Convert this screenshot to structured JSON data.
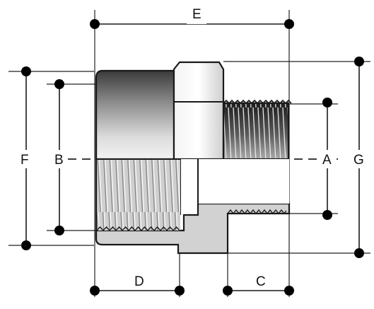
{
  "diagram": {
    "labels": {
      "E": "E",
      "F": "F",
      "B": "B",
      "A": "A",
      "G": "G",
      "D": "D",
      "C": "C"
    },
    "colors": {
      "line": "#1a1a1a",
      "dot": "#000000",
      "section_fill": "#d2d2d2",
      "thread_fill": "#cfcfcf"
    }
  }
}
